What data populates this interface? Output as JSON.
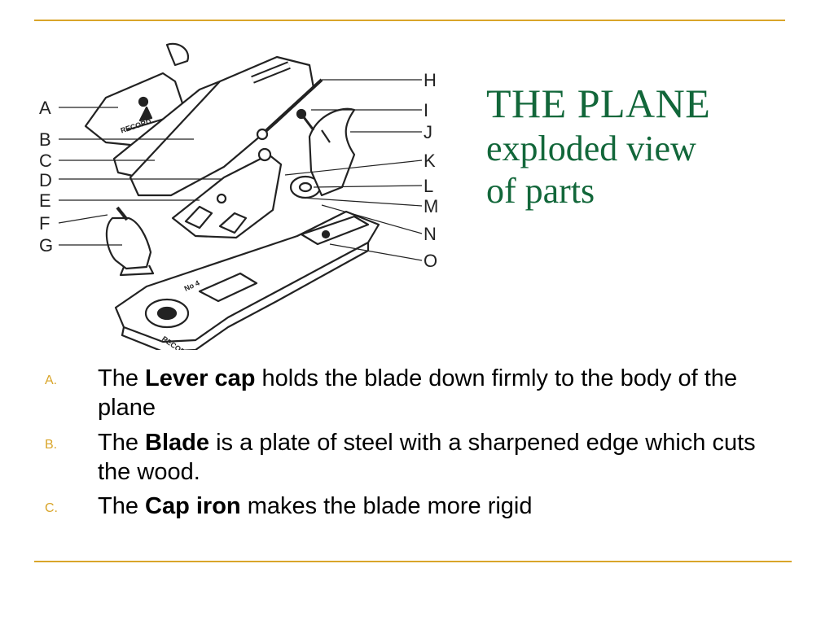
{
  "title": {
    "line1": "THE PLANE",
    "line2": "exploded view",
    "line3": "of  parts"
  },
  "diagram": {
    "left_labels": [
      "A",
      "B",
      "C",
      "D",
      "E",
      "F",
      "G"
    ],
    "right_labels": [
      "H",
      "I",
      "J",
      "K",
      "L",
      "M",
      "N",
      "O"
    ],
    "lever_cap_marking": "RECORD",
    "sole_marking": "RECORD",
    "model_marking": "No 4"
  },
  "bullets": [
    {
      "marker": "A.",
      "pre": "The ",
      "bold": "Lever cap",
      "post": " holds the blade down firmly to the body of the plane"
    },
    {
      "marker": "B.",
      "pre": "The ",
      "bold": "Blade",
      "post": " is a plate of steel with a sharpened edge which cuts the wood."
    },
    {
      "marker": "C.",
      "pre": "The ",
      "bold": "Cap iron",
      "post": " makes the blade more rigid"
    }
  ],
  "colors": {
    "accent": "#d9a52a",
    "title": "#12673a"
  }
}
